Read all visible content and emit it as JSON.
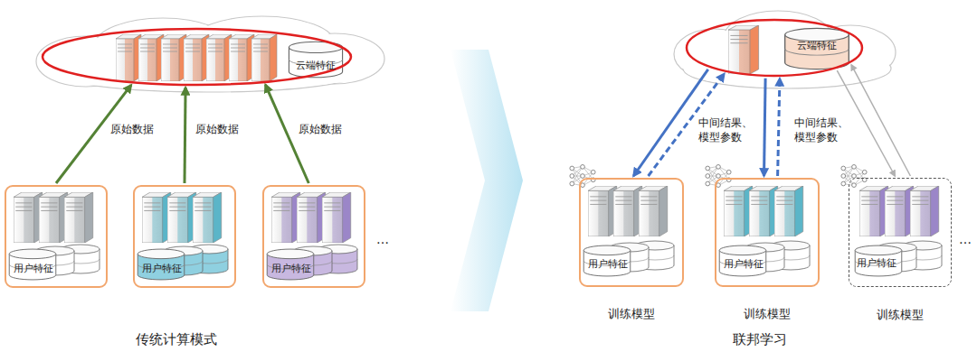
{
  "diagram": {
    "nodes": [
      {
        "text": [
          "云端特征"
        ]
      },
      {
        "text": [
          "用户特征"
        ]
      },
      {
        "text": [
          "用户特征"
        ]
      },
      {
        "text": [
          "用户特征"
        ]
      },
      {
        "text": [
          "云端特征"
        ]
      },
      {
        "text": [
          "用户特征",
          "训练模型"
        ]
      },
      {
        "text": [
          "用户特征",
          "训练模型"
        ]
      },
      {
        "text": [
          "用户特征",
          "训练模型"
        ]
      }
    ],
    "edges": [
      {
        "from": 1,
        "to": 0,
        "arrow": "to",
        "label": "原始数据"
      },
      {
        "from": 2,
        "to": 0,
        "arrow": "to",
        "label": "原始数据"
      },
      {
        "from": 3,
        "to": 0,
        "arrow": "to",
        "label": "原始数据"
      },
      {
        "from": 4,
        "to": 5,
        "arrow": "to"
      },
      {
        "from": 5,
        "to": 4,
        "arrow": "to",
        "label": "中间结果、 模型参数"
      },
      {
        "from": 4,
        "to": 6,
        "arrow": "to"
      },
      {
        "from": 6,
        "to": 4,
        "arrow": "to",
        "label": "中间结果、 模型参数"
      },
      {
        "from": 4,
        "to": 7,
        "arrow": "to"
      },
      {
        "from": 7,
        "to": 4,
        "arrow": "to"
      }
    ],
    "labels": [
      "传统计算模式",
      "联邦学习",
      "…",
      "…"
    ]
  }
}
